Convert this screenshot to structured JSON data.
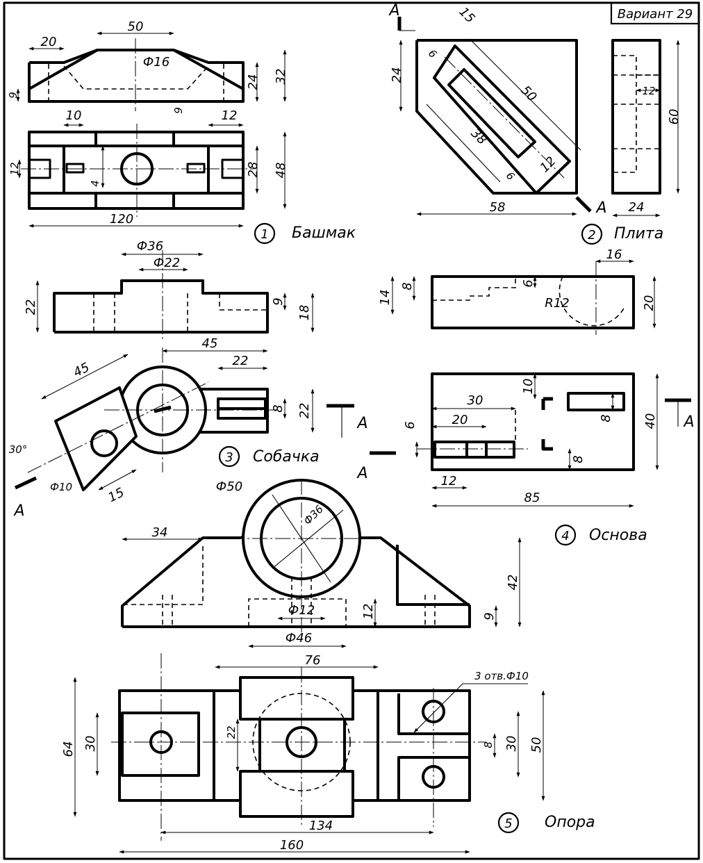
{
  "variant_label": "Вариант 29",
  "parts": [
    {
      "number": "1",
      "name": "Башмак"
    },
    {
      "number": "2",
      "name": "Плита"
    },
    {
      "number": "3",
      "name": "Собачка"
    },
    {
      "number": "4",
      "name": "Основа"
    },
    {
      "number": "5",
      "name": "Опора"
    }
  ],
  "section_mark": "A",
  "dims": {
    "p1": [
      "50",
      "20",
      "Ф16",
      "24",
      "32",
      "9",
      "9",
      "10",
      "12",
      "12",
      "28",
      "48",
      "4",
      "120"
    ],
    "p2": [
      "15",
      "24",
      "6",
      "50",
      "12",
      "38",
      "6",
      "12",
      "58",
      "60",
      "24"
    ],
    "p3": [
      "Ф36",
      "Ф22",
      "22",
      "9",
      "18",
      "45",
      "45",
      "22",
      "8",
      "22",
      "30°",
      "Ф10",
      "15"
    ],
    "p4": [
      "16",
      "14",
      "8",
      "6",
      "R12",
      "20",
      "10",
      "30",
      "20",
      "6",
      "8",
      "8",
      "40",
      "12",
      "85"
    ],
    "p5": [
      "Ф50",
      "Ф36",
      "34",
      "42",
      "12",
      "9",
      "Ф12",
      "Ф46",
      "76",
      "3 отв.Ф10",
      "64",
      "30",
      "22",
      "8",
      "30",
      "50",
      "134",
      "160"
    ]
  }
}
